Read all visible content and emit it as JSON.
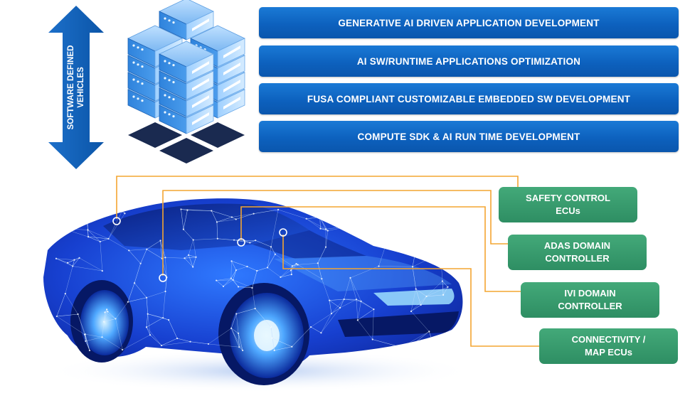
{
  "arrow": {
    "label_line1": "SOFTWARE DEFINED",
    "label_line2": "VEHICLES"
  },
  "layers": [
    "GENERATIVE AI DRIVEN APPLICATION DEVELOPMENT",
    "AI SW/RUNTIME APPLICATIONS OPTIMIZATION",
    "FUSA COMPLIANT CUSTOMIZABLE EMBEDDED SW DEVELOPMENT",
    "COMPUTE SDK & AI RUN TIME DEVELOPMENT"
  ],
  "ecus": [
    {
      "line1": "SAFETY CONTROL",
      "line2": "ECUs"
    },
    {
      "line1": "ADAS DOMAIN",
      "line2": "CONTROLLER"
    },
    {
      "line1": "IVI DOMAIN",
      "line2": "CONTROLLER"
    },
    {
      "line1": "CONNECTIVITY /",
      "line2": "MAP ECUs"
    }
  ],
  "colors": {
    "bar_blue": "#0d61be",
    "ecu_green": "#3a9d6f",
    "connector_orange": "#f3a531",
    "server_blue": "#3d8fe0",
    "car_blue": "#1238c8"
  },
  "icons": [
    "double-arrow-icon",
    "server-stack-icon",
    "wireframe-car-illustration"
  ]
}
